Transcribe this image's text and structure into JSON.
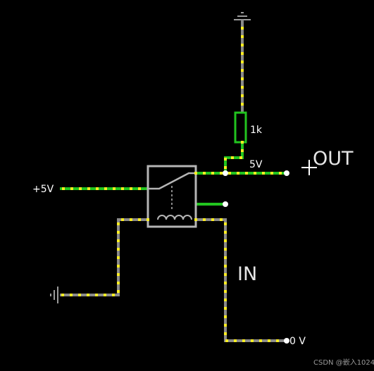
{
  "labels": {
    "supply": "+5V",
    "resistor": "1k",
    "out_voltage": "5V",
    "out": "OUT",
    "in": "IN",
    "zero_volt": "0 V",
    "watermark": "CSDN @嵌入1024"
  },
  "colors": {
    "background": "#000000",
    "wire_live": "#22c41f",
    "wire_dead": "#8a8a8a",
    "current_dot": "#ffee22",
    "component": "#b5b5b5",
    "node": "#ffffff",
    "text": "#ffffff",
    "watermark": "#9a9a9a"
  }
}
